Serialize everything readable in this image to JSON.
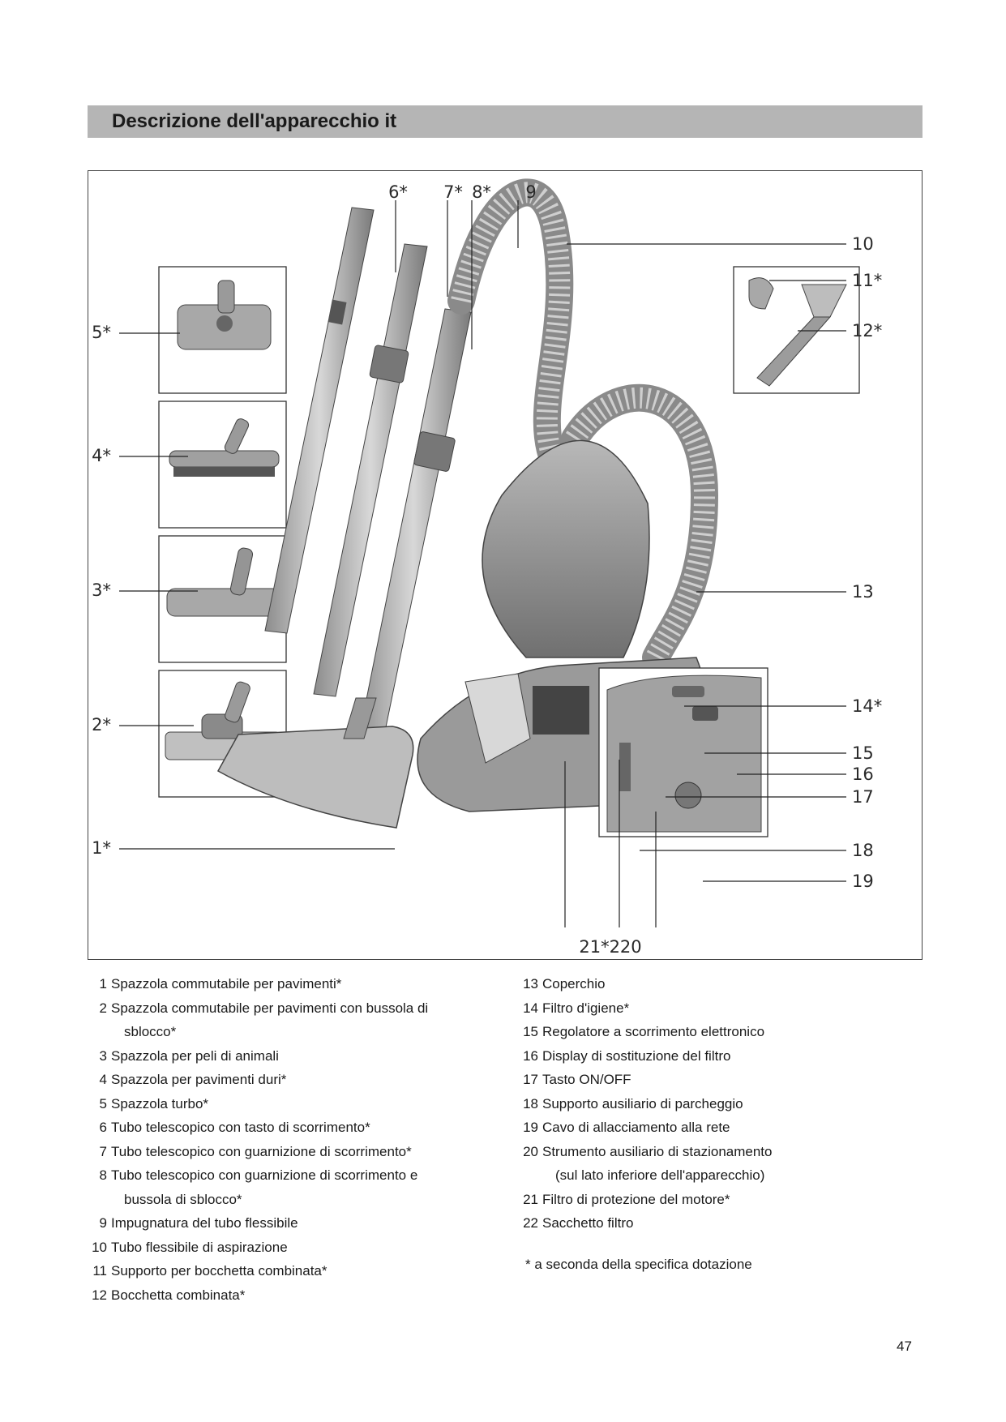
{
  "header": {
    "title": "Descrizione dell'apparecchio it"
  },
  "figure": {
    "callouts": {
      "c1": "1*",
      "c2": "2*",
      "c3": "3*",
      "c4": "4*",
      "c5": "5*",
      "c6": "6*",
      "c7": "7*",
      "c8": "8*",
      "c9": "9",
      "c10": "10",
      "c11": "11*",
      "c12": "12*",
      "c13": "13",
      "c14": "14*",
      "c15": "15",
      "c16": "16",
      "c17": "17",
      "c18": "18",
      "c19": "19",
      "c20_22": "21*220"
    }
  },
  "legend": {
    "left": [
      {
        "num": "1",
        "text": "Spazzola commutabile per pavimenti*"
      },
      {
        "num": "2",
        "text": "Spazzola commutabile per pavimenti con bussola di",
        "cont": "sblocco*"
      },
      {
        "num": "3",
        "text": "Spazzola per peli di animali"
      },
      {
        "num": "4",
        "text": "Spazzola per pavimenti duri*"
      },
      {
        "num": "5",
        "text": "Spazzola turbo*"
      },
      {
        "num": "6",
        "text": "Tubo telescopico con tasto di scorrimento*"
      },
      {
        "num": "7",
        "text": "Tubo telescopico con guarnizione di scorrimento*"
      },
      {
        "num": "8",
        "text": "Tubo telescopico con guarnizione di scorrimento e",
        "cont": "bussola di sblocco*"
      },
      {
        "num": "9",
        "text": "Impugnatura del tubo flessibile"
      },
      {
        "num": "10",
        "text": "Tubo flessibile di aspirazione"
      },
      {
        "num": "11",
        "text": "Supporto per bocchetta combinata*"
      },
      {
        "num": "12",
        "text": "Bocchetta combinata*"
      }
    ],
    "right": [
      {
        "num": "13",
        "text": "Coperchio"
      },
      {
        "num": "14",
        "text": "Filtro d'igiene*"
      },
      {
        "num": "15",
        "text": "Regolatore a scorrimento elettronico"
      },
      {
        "num": "16",
        "text": "Display di sostituzione del filtro"
      },
      {
        "num": "17",
        "text": "Tasto ON/OFF"
      },
      {
        "num": "18",
        "text": "Supporto ausiliario di parcheggio"
      },
      {
        "num": "19",
        "text": "Cavo di allacciamento alla rete"
      },
      {
        "num": "20",
        "text": "Strumento ausiliario di stazionamento",
        "cont": "(sul lato inferiore dell'apparecchio)"
      },
      {
        "num": "21",
        "text": "Filtro di protezione del motore*"
      },
      {
        "num": "22",
        "text": "Sacchetto filtro"
      }
    ]
  },
  "note": "* a seconda della specifica dotazione",
  "page_number": "47"
}
